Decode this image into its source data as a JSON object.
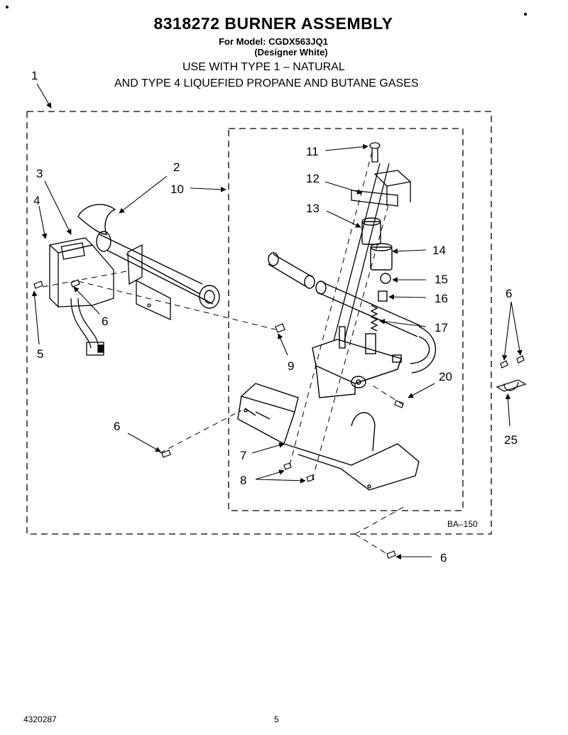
{
  "header": {
    "title": "8318272 BURNER ASSEMBLY",
    "model_line": "For Model: CGDX563JQ1",
    "color_line": "(Designer White)",
    "use_line_1": "USE WITH TYPE 1 –   NATURAL",
    "use_line_2": "AND TYPE 4     LIQUEFIED PROPANE AND BUTANE GASES"
  },
  "diagram": {
    "code": "BA–150",
    "callouts": [
      "1",
      "2",
      "3",
      "4",
      "5",
      "6",
      "6",
      "6",
      "6",
      "7",
      "8",
      "9",
      "10",
      "11",
      "12",
      "13",
      "14",
      "15",
      "16",
      "17",
      "20",
      "25"
    ]
  },
  "footer": {
    "doc_number": "4320287",
    "page_number": "5"
  }
}
